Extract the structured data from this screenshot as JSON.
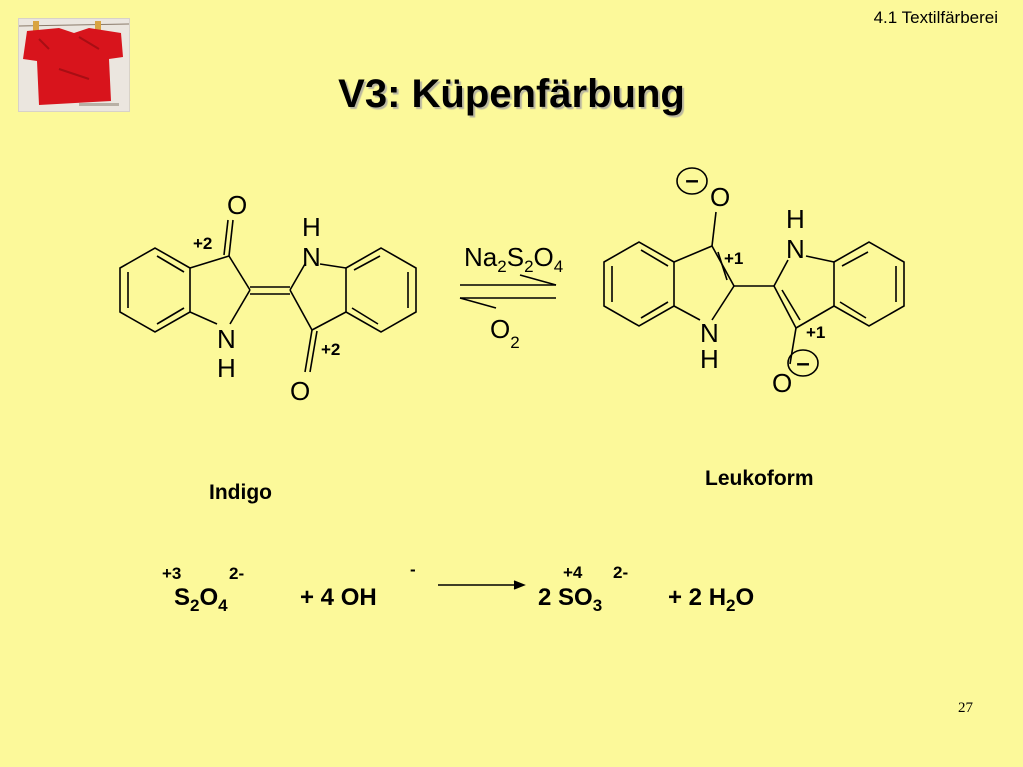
{
  "header": {
    "section": "4.1 Textilfärberei",
    "title": "V3: Küpenfärbung"
  },
  "diagram": {
    "indigo": {
      "label": "Indigo",
      "atom_O": "O",
      "atom_N": "N",
      "atom_H": "H",
      "ox_state": "+2"
    },
    "leuko": {
      "label": "Leukoform",
      "atom_O": "O",
      "atom_N": "N",
      "atom_H": "H",
      "ox_state": "+1",
      "charge": "–"
    },
    "arrow": {
      "reagent_top": "Na2S2O4",
      "reagent_top_parts": [
        "Na",
        "2",
        "S",
        "2",
        "O",
        "4"
      ],
      "reagent_bottom_parts": [
        "O",
        "2"
      ]
    }
  },
  "equation": {
    "left_ox": "+3",
    "left_charge": "2-",
    "left_parts": [
      "S",
      "2",
      "O",
      "4"
    ],
    "plus_oh": "+ 4 OH",
    "oh_charge": "-",
    "right_ox": "+4",
    "right_charge": "2-",
    "right_parts": [
      "2 SO",
      "3"
    ],
    "plus_water_parts": [
      "+ 2 H",
      "2",
      "O"
    ]
  },
  "page_number": "27",
  "colors": {
    "background": "#fcf99a",
    "thumbnail_shirt": "#d8141c"
  }
}
